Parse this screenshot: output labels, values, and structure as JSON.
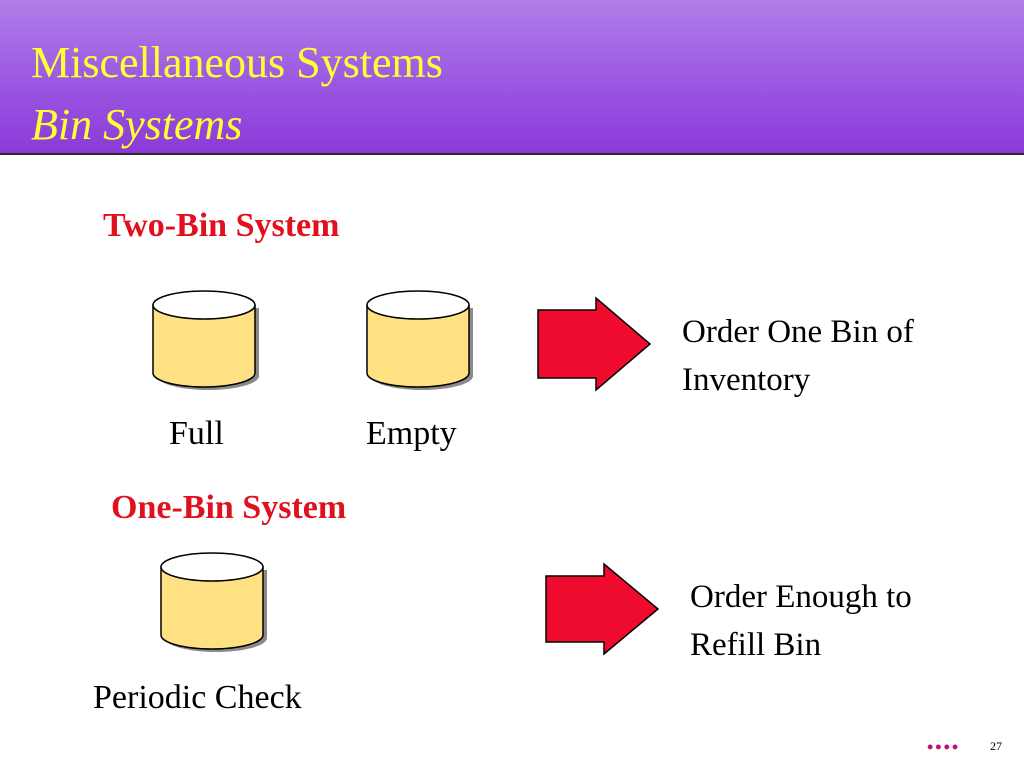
{
  "slide": {
    "title": "Miscellaneous Systems",
    "subtitle": "Bin Systems",
    "page_number": "27",
    "footer_marker": "••••"
  },
  "two_bin": {
    "heading": "Two-Bin System",
    "bins": [
      {
        "label": "Full"
      },
      {
        "label": "Empty"
      }
    ],
    "action_line1": "Order One Bin of",
    "action_line2": "Inventory"
  },
  "one_bin": {
    "heading": "One-Bin System",
    "bins": [
      {
        "label": "Periodic Check"
      }
    ],
    "action_line1": "Order Enough to",
    "action_line2": "Refill Bin"
  },
  "colors": {
    "header_top": "#b07ee8",
    "header_bottom": "#8b3ad9",
    "title_text": "#ffff33",
    "heading_red": "#e0101e",
    "bin_fill": "#ffe082",
    "arrow_fill": "#ee0b2d"
  },
  "icons": {
    "bin": "cylinder-bin-icon",
    "arrow": "right-block-arrow-icon"
  }
}
